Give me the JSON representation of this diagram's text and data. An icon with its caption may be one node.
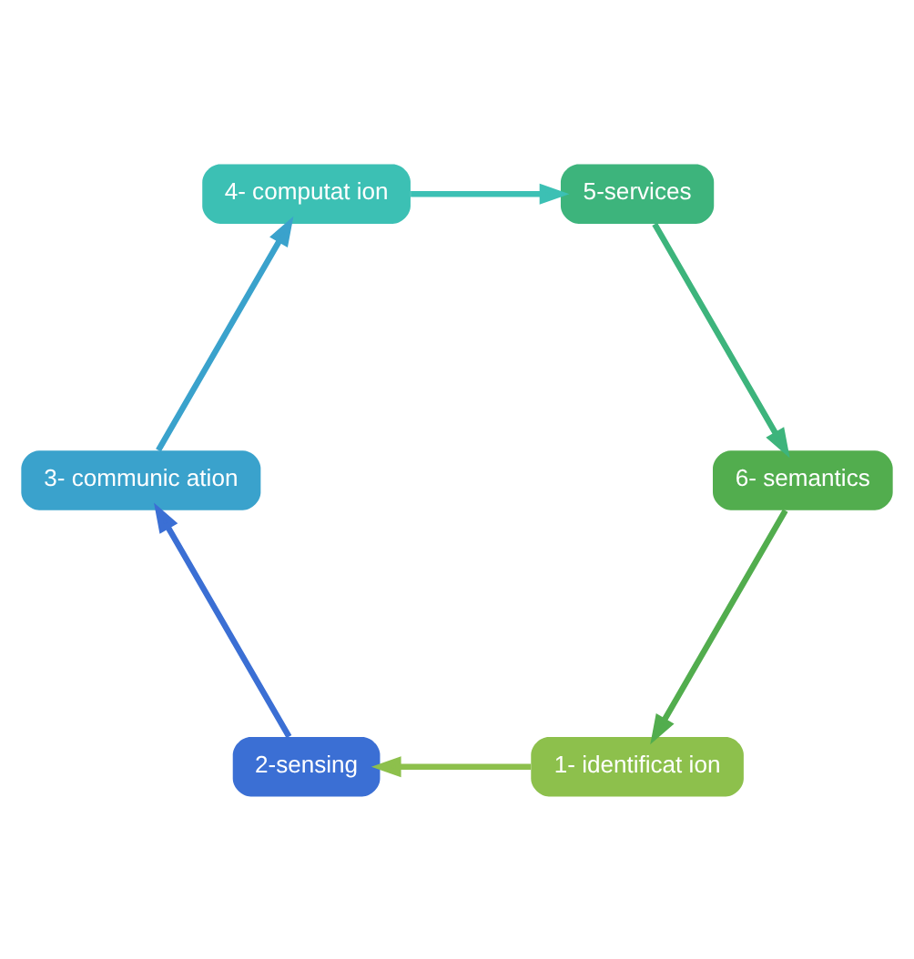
{
  "diagram": {
    "nodes": [
      {
        "text": [
          "1- identificat ion"
        ]
      },
      {
        "text": [
          "2-sensing"
        ]
      },
      {
        "text": [
          "3- communic ation"
        ]
      },
      {
        "text": [
          "4- computat ion"
        ]
      },
      {
        "text": [
          "5-services"
        ]
      },
      {
        "text": [
          "6- semantics"
        ]
      }
    ],
    "edges": [
      {
        "from": 0,
        "to": 1,
        "arrow": "to",
        "color": "#8dc04c"
      },
      {
        "from": 1,
        "to": 2,
        "arrow": "to",
        "color": "#3b6fd4"
      },
      {
        "from": 2,
        "to": 3,
        "arrow": "to",
        "color": "#3aa2cc"
      },
      {
        "from": 3,
        "to": 4,
        "arrow": "to",
        "color": "#3cc0b4"
      },
      {
        "from": 4,
        "to": 5,
        "arrow": "to",
        "color": "#3db47c"
      },
      {
        "from": 5,
        "to": 0,
        "arrow": "to",
        "color": "#52ad4e"
      }
    ]
  }
}
